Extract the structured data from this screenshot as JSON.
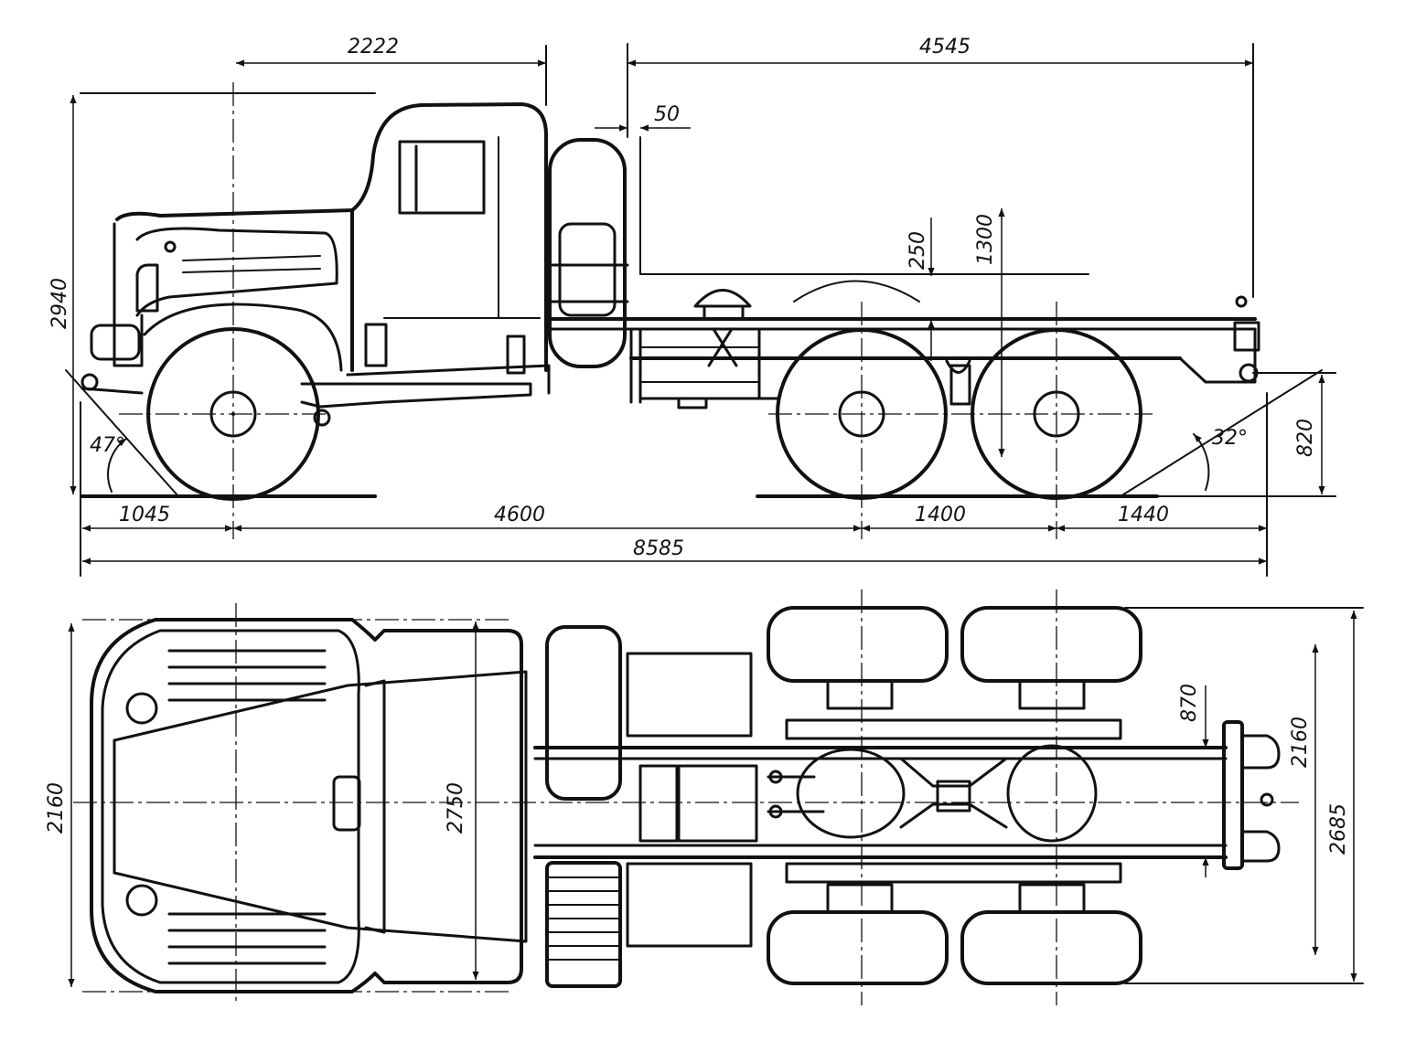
{
  "side_view": {
    "dimensions": {
      "cab_length": "2222",
      "frame_length": "4545",
      "gap": "50",
      "height_total": "2940",
      "frame_drop": "250",
      "saddle_height": "1300",
      "rear_height": "820",
      "front_angle": "47°",
      "rear_angle": "32°",
      "front_overhang": "1045",
      "wheelbase": "4600",
      "bogie_base": "1400",
      "rear_overhang": "1440",
      "overall_length": "8585"
    }
  },
  "top_view": {
    "dimensions": {
      "front_track": "2160",
      "cab_width": "2750",
      "rear_track": "2160",
      "frame_width": "870",
      "overall_width": "2685"
    }
  }
}
